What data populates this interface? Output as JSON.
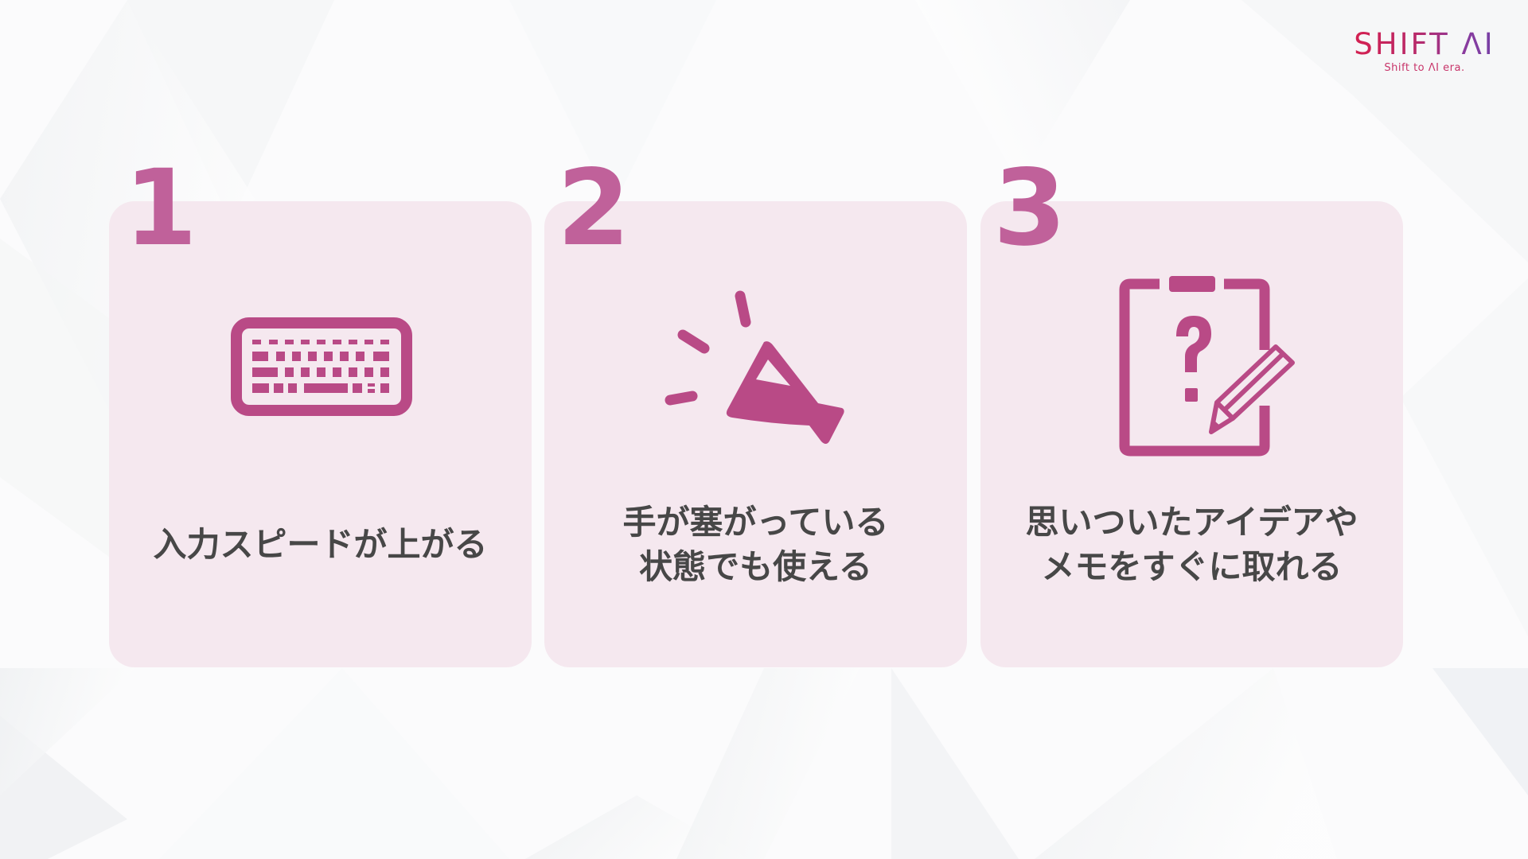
{
  "logo": {
    "name": "SHIFT ΛI",
    "tagline": "Shift to ΛI era.",
    "gradient": [
      "#d81f4d",
      "#6f42a8"
    ]
  },
  "colors": {
    "card_bg": "#f5e8ef",
    "icon": "#b94a86",
    "number": "#c0619a",
    "text": "#474747"
  },
  "cards": [
    {
      "number": "1",
      "icon": "keyboard-icon",
      "lines": [
        "入力スピードが上がる"
      ]
    },
    {
      "number": "2",
      "icon": "megaphone-icon",
      "lines": [
        "手が塞がっている",
        "状態でも使える"
      ]
    },
    {
      "number": "3",
      "icon": "clipboard-question-pencil-icon",
      "lines": [
        "思いついたアイデアや",
        "メモをすぐに取れる"
      ]
    }
  ]
}
